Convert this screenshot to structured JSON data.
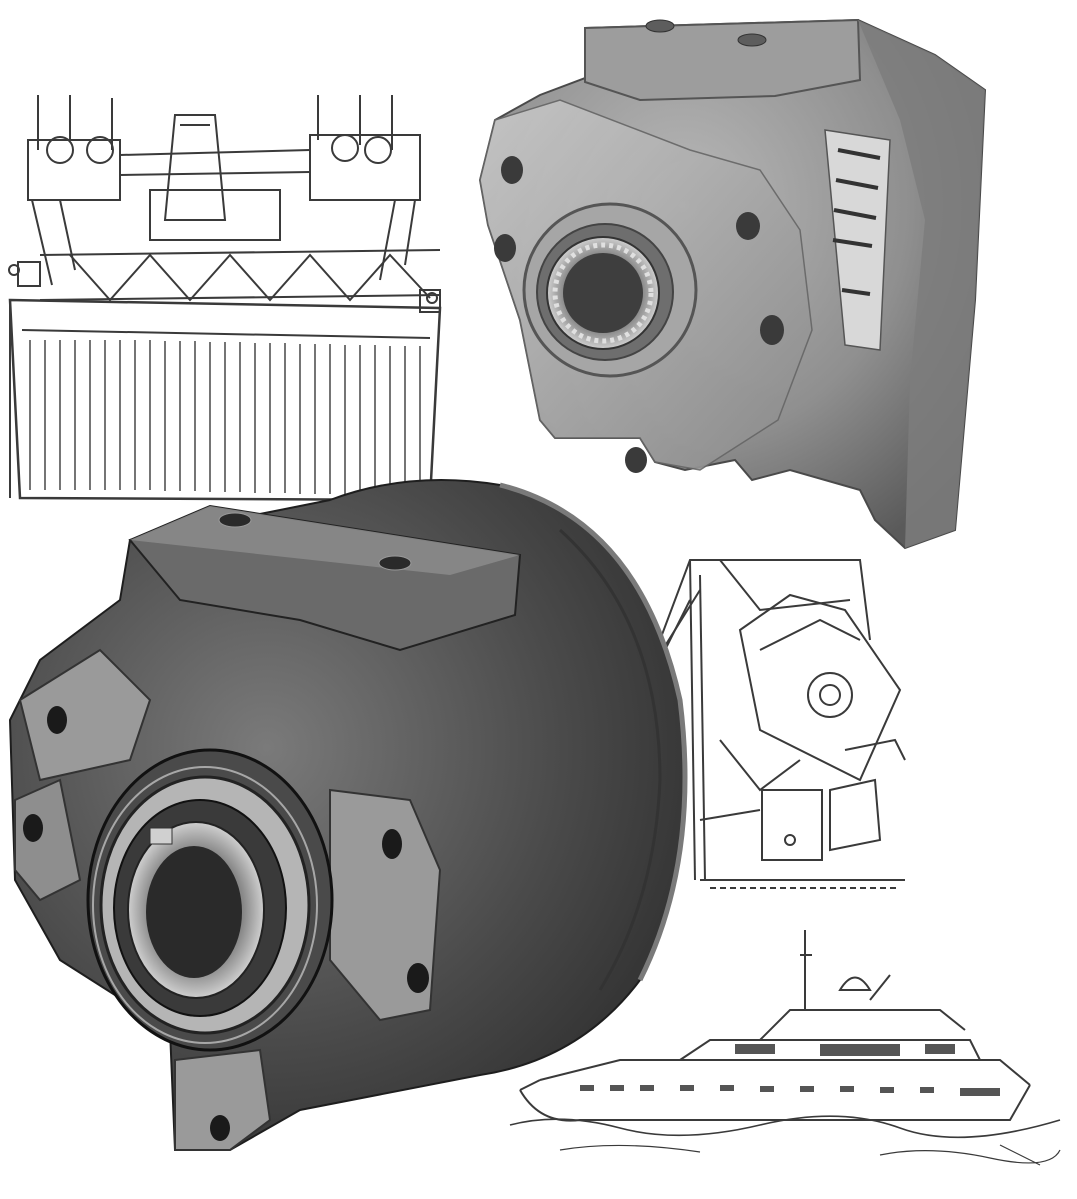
{
  "scene": {
    "background": "#ffffff",
    "ink": "#333333",
    "metal_light": "#a9a9a9",
    "metal_mid": "#8c8c8c",
    "metal_dark": "#555555",
    "metal_black": "#2b2b2b"
  },
  "illustrations": [
    {
      "id": "container-spreader",
      "icon": "container-spreader-line-drawing"
    },
    {
      "id": "small-hydraulic-brake",
      "icon": "hydraulic-brake-unit-photo"
    },
    {
      "id": "large-hydraulic-brake",
      "icon": "hydraulic-brake-unit-photo"
    },
    {
      "id": "refuse-truck",
      "icon": "refuse-truck-line-drawing"
    },
    {
      "id": "motor-yacht",
      "icon": "motor-yacht-line-drawing"
    }
  ]
}
